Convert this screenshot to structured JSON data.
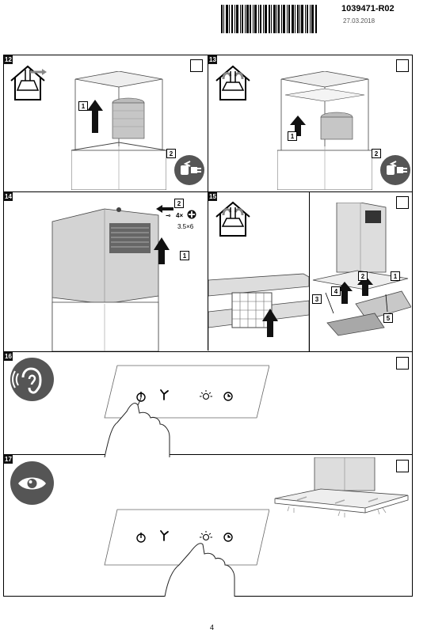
{
  "header": {
    "doc_code": "1039471-R02",
    "doc_date": "27.03.2018"
  },
  "panels": [
    {
      "step": "12",
      "callouts": [
        "1",
        "2"
      ]
    },
    {
      "step": "13",
      "callouts": [
        "1",
        "2"
      ]
    },
    {
      "step": "14",
      "callouts": [
        "2",
        "1"
      ],
      "screw_qty": "4×",
      "screw_size": "3.5×6"
    },
    {
      "step": "15",
      "callouts": [
        "2",
        "1",
        "3",
        "4",
        "5"
      ]
    },
    {
      "step": "16"
    },
    {
      "step": "17"
    }
  ],
  "icons": {
    "house_extraction": "house-extraction-icon",
    "house_recirculation": "house-recirculation-icon",
    "unplug": "unplug-icon",
    "hearing": "ear-icon",
    "view": "eye-icon",
    "power": "power-icon",
    "fan": "fan-icon",
    "light": "light-icon",
    "timer": "timer-icon"
  },
  "colors": {
    "icon_grey": "#555555",
    "hood_grey": "#d3d3d3",
    "line": "#000000"
  },
  "footer": {
    "page_number": "4"
  }
}
